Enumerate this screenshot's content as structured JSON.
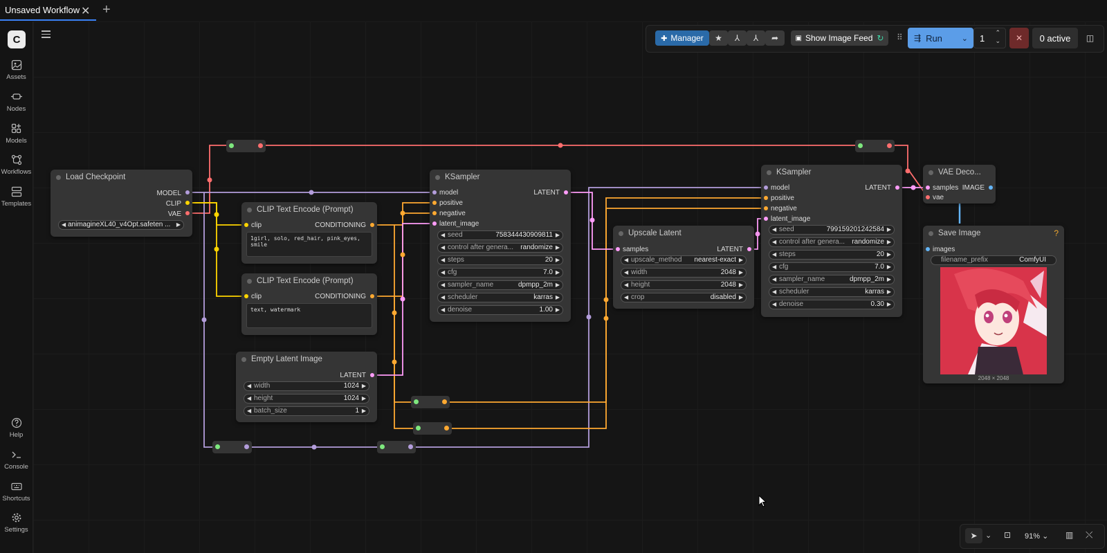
{
  "tab": {
    "title": "Unsaved Workflow"
  },
  "sidebar": {
    "items": [
      {
        "label": "Assets"
      },
      {
        "label": "Nodes"
      },
      {
        "label": "Models"
      },
      {
        "label": "Workflows"
      },
      {
        "label": "Templates"
      },
      {
        "label": "Help"
      },
      {
        "label": "Console"
      },
      {
        "label": "Shortcuts"
      },
      {
        "label": "Settings"
      }
    ]
  },
  "toolbar": {
    "manager_label": "Manager",
    "image_feed_label": "Show Image Feed",
    "run_label": "Run",
    "batch_count": "1",
    "active_label": "0 active"
  },
  "nodes": {
    "load_checkpoint": {
      "title": "Load Checkpoint",
      "outputs": [
        "MODEL",
        "CLIP",
        "VAE"
      ],
      "ckpt_name": "animagineXL40_v4Opt.safeten ..."
    },
    "clip_pos": {
      "title": "CLIP Text Encode (Prompt)",
      "input": "clip",
      "output": "CONDITIONING",
      "text": "1girl, solo, red_hair, pink_eyes, smile"
    },
    "clip_neg": {
      "title": "CLIP Text Encode (Prompt)",
      "input": "clip",
      "output": "CONDITIONING",
      "text": "text, watermark"
    },
    "empty_latent": {
      "title": "Empty Latent Image",
      "output": "LATENT",
      "widgets": [
        {
          "label": "width",
          "value": "1024"
        },
        {
          "label": "height",
          "value": "1024"
        },
        {
          "label": "batch_size",
          "value": "1"
        }
      ]
    },
    "ksampler1": {
      "title": "KSampler",
      "inputs": [
        "model",
        "positive",
        "negative",
        "latent_image"
      ],
      "output": "LATENT",
      "widgets": [
        {
          "label": "seed",
          "value": "758344430909811"
        },
        {
          "label": "control after genera...",
          "value": "randomize"
        },
        {
          "label": "steps",
          "value": "20"
        },
        {
          "label": "cfg",
          "value": "7.0"
        },
        {
          "label": "sampler_name",
          "value": "dpmpp_2m"
        },
        {
          "label": "scheduler",
          "value": "karras"
        },
        {
          "label": "denoise",
          "value": "1.00"
        }
      ]
    },
    "upscale": {
      "title": "Upscale Latent",
      "input": "samples",
      "output": "LATENT",
      "widgets": [
        {
          "label": "upscale_method",
          "value": "nearest-exact"
        },
        {
          "label": "width",
          "value": "2048"
        },
        {
          "label": "height",
          "value": "2048"
        },
        {
          "label": "crop",
          "value": "disabled"
        }
      ]
    },
    "ksampler2": {
      "title": "KSampler",
      "inputs": [
        "model",
        "positive",
        "negative",
        "latent_image"
      ],
      "output": "LATENT",
      "widgets": [
        {
          "label": "seed",
          "value": "799159201242584"
        },
        {
          "label": "control after genera...",
          "value": "randomize"
        },
        {
          "label": "steps",
          "value": "20"
        },
        {
          "label": "cfg",
          "value": "7.0"
        },
        {
          "label": "sampler_name",
          "value": "dpmpp_2m"
        },
        {
          "label": "scheduler",
          "value": "karras"
        },
        {
          "label": "denoise",
          "value": "0.30"
        }
      ]
    },
    "vae_decode": {
      "title": "VAE Deco...",
      "inputs": [
        "samples",
        "vae"
      ],
      "output": "IMAGE"
    },
    "save_image": {
      "title": "Save Image",
      "help": "?",
      "input": "images",
      "prefix_label": "filename_prefix",
      "prefix_value": "ComfyUI",
      "image_size": "2048 × 2048"
    }
  },
  "zoom": {
    "level": "91%"
  },
  "colors": {
    "model": "#b39ddb",
    "clip": "#ffd500",
    "vae": "#ff6e6e",
    "conditioning": "#ffa931",
    "latent": "#ff9cf9",
    "image": "#64b5f6",
    "accent": "#3b82f6"
  }
}
